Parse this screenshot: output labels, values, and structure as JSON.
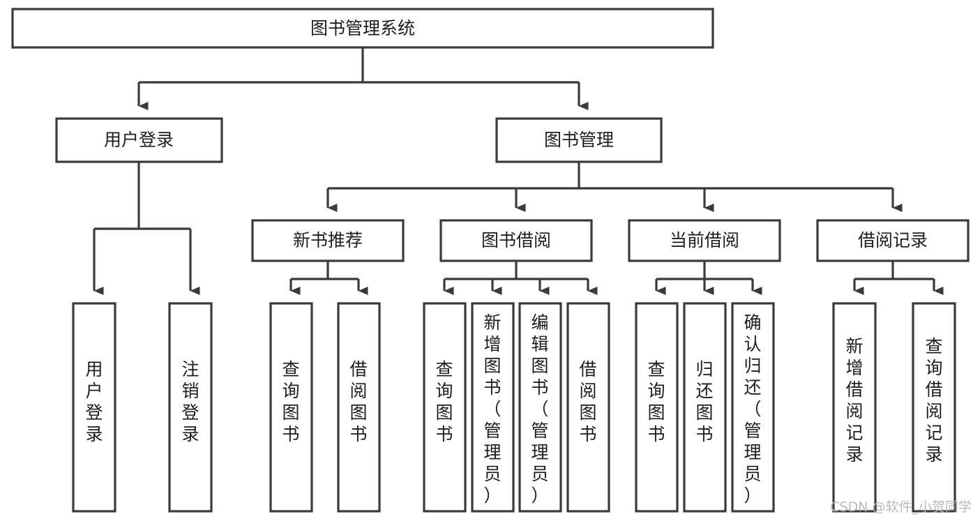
{
  "diagram": {
    "title": "图书管理系统",
    "type": "tree-hierarchy-chart",
    "colors": {
      "box_stroke": "#3a3a3a",
      "box_fill": "#ffffff",
      "text": "#1d1d1d",
      "background": "#ffffff",
      "watermark": "#b9b9b9"
    },
    "root": {
      "label": "图书管理系统"
    },
    "level2": [
      {
        "id": "user-login",
        "label": "用户登录"
      },
      {
        "id": "book-management",
        "label": "图书管理"
      }
    ],
    "level3": [
      {
        "id": "new-book-recommend",
        "label": "新书推荐"
      },
      {
        "id": "book-borrow",
        "label": "图书借阅"
      },
      {
        "id": "current-borrow",
        "label": "当前借阅"
      },
      {
        "id": "borrow-record",
        "label": "借阅记录"
      }
    ],
    "leaves": {
      "user_login": [
        {
          "id": "leaf-user-login",
          "label": "用户登录"
        },
        {
          "id": "leaf-logout-login",
          "label": "注销登录"
        }
      ],
      "new_book_recommend": [
        {
          "id": "leaf-query-book-1",
          "label": "查询图书"
        },
        {
          "id": "leaf-borrow-book-1",
          "label": "借阅图书"
        }
      ],
      "book_borrow": [
        {
          "id": "leaf-query-book-2",
          "label": "查询图书"
        },
        {
          "id": "leaf-add-book",
          "label": "新增图书（管理员）"
        },
        {
          "id": "leaf-edit-book",
          "label": "编辑图书（管理员）"
        },
        {
          "id": "leaf-borrow-book-2",
          "label": "借阅图书"
        }
      ],
      "current_borrow": [
        {
          "id": "leaf-query-book-3",
          "label": "查询图书"
        },
        {
          "id": "leaf-return-book",
          "label": "归还图书"
        },
        {
          "id": "leaf-confirm-return",
          "label": "确认归还（管理员）"
        }
      ],
      "borrow_record": [
        {
          "id": "leaf-add-record",
          "label": "新增借阅记录"
        },
        {
          "id": "leaf-query-record",
          "label": "查询借阅记录"
        }
      ]
    }
  },
  "watermark": {
    "text": "CSDN @软件_小贺同学"
  }
}
